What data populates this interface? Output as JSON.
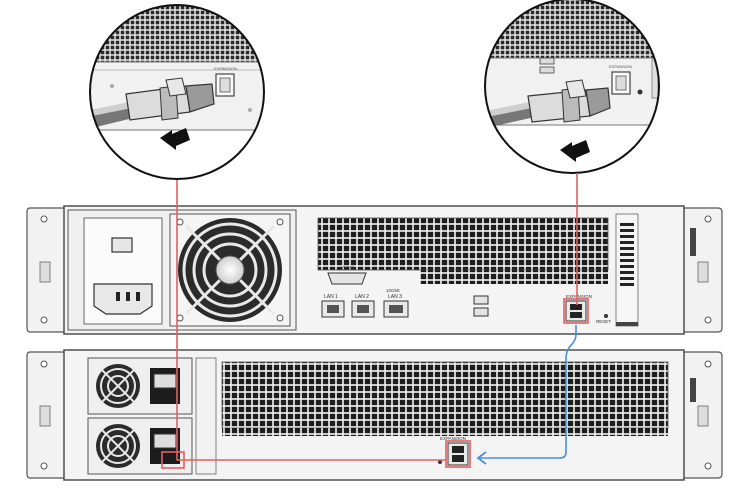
{
  "labels": {
    "com": "COM",
    "lan1": "LAN 1",
    "lan2": "LAN 2",
    "lan3_top": "10GbE",
    "lan3": "LAN 3",
    "expansion": "EXPANSION",
    "reset": "RESET",
    "zoom_left": "EXPANSION",
    "zoom_right": "EXPANSION",
    "lower_expansion": "EXPANSION"
  },
  "colors": {
    "red_cable": "#e0605f",
    "blue_cable": "#4a8fd8",
    "arrow": "#111111",
    "chassis": "#f2f2f2",
    "outline": "#555555",
    "grille": "#1e1e1e"
  }
}
